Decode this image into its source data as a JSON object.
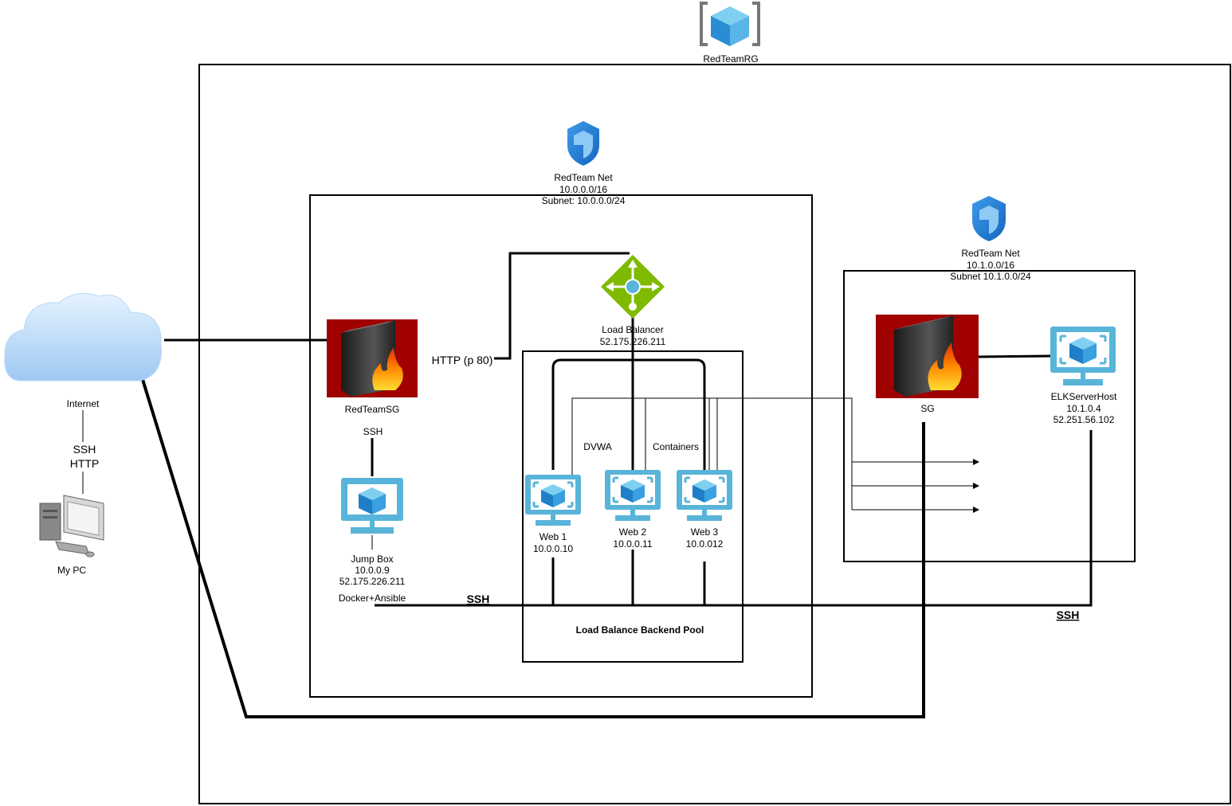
{
  "resource_group": {
    "label": "RedTeamRG"
  },
  "vnet1": {
    "name": "RedTeam Net",
    "cidr": "10.0.0.0/16",
    "subnet": "Subnet: 10.0.0.0/24"
  },
  "vnet2": {
    "name": "RedTeam Net",
    "cidr": "10.1.0.0/16",
    "subnet": "Subnet 10.1.0.0/24"
  },
  "internet": {
    "label": "Internet",
    "protocol1": "SSH",
    "protocol2": "HTTP"
  },
  "my_pc": {
    "label": "My PC"
  },
  "redteam_sg": {
    "label": "RedTeamSG",
    "ssh_label": "SSH",
    "http_label": "HTTP (p 80)"
  },
  "jump_box": {
    "name": "Jump Box",
    "ip_private": "10.0.0.9",
    "ip_public": "52.175.226.211",
    "software": "Docker+Ansible"
  },
  "load_balancer": {
    "name": "Load Balancer",
    "ip": "52.175.226.211"
  },
  "backend_pool": {
    "label": "Load Balance Backend Pool",
    "dvwa_label": "DVWA",
    "containers_label": "Containers"
  },
  "web1": {
    "name": "Web 1",
    "ip": "10.0.0.10"
  },
  "web2": {
    "name": "Web 2",
    "ip": "10.0.0.11"
  },
  "web3": {
    "name": "Web 3",
    "ip": "10.0.012"
  },
  "elk_sg": {
    "label": "SG"
  },
  "elk_server": {
    "name": "ELKServerHost",
    "ip_private": "10.1.0.4",
    "ip_public": "52.251.56.102"
  },
  "ssh_labels": {
    "left": "SSH",
    "right": "SSH"
  },
  "colors": {
    "azure_blue": "#1E88D9",
    "azure_light": "#59B4D9",
    "firewall_red": "#A00000",
    "lb_green": "#7FBA00"
  }
}
